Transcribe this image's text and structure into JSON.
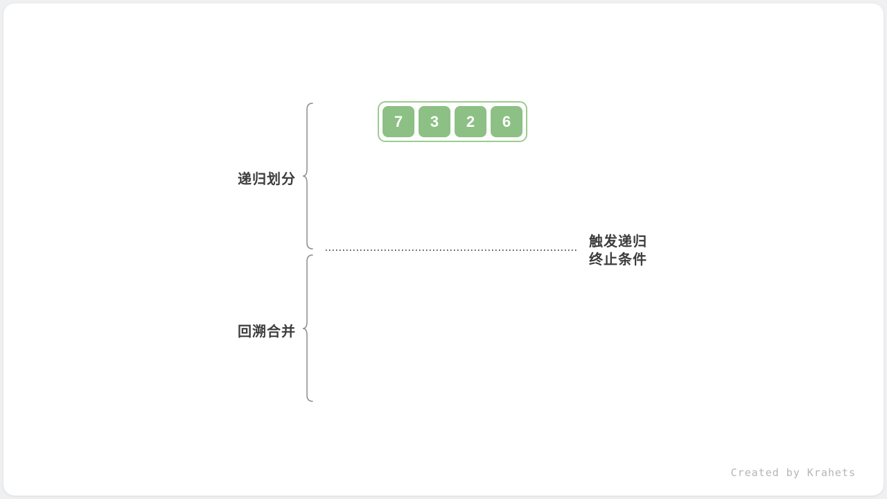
{
  "canvas": {
    "background_color": "#eef0f2",
    "card_color": "#ffffff"
  },
  "array": {
    "values": [
      "7",
      "3",
      "2",
      "6"
    ],
    "box_color": "#8cc084",
    "container_border_color": "#9ccb90",
    "value_text_color": "#ffffff"
  },
  "labels": {
    "divide": "递归划分",
    "merge": "回溯合并",
    "terminate_line1": "触发递归",
    "terminate_line2": "终止条件"
  },
  "brace": {
    "color": "#8a8a8a"
  },
  "dotted_line": {
    "color": "#4a4a4a"
  },
  "watermark": "Created by Krahets"
}
